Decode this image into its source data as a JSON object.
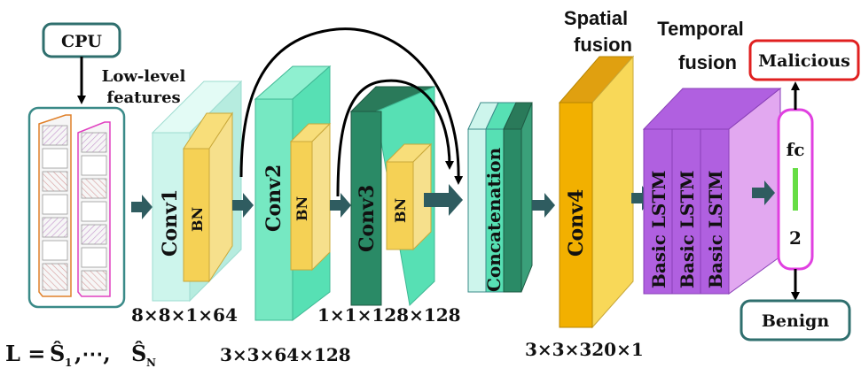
{
  "inputs": {
    "cpu": "CPU",
    "low_level_features": [
      "Low-level",
      "features"
    ]
  },
  "layers": {
    "conv1": "Conv1",
    "bn1": "BN",
    "conv2": "Conv2",
    "bn2": "BN",
    "conv3": "Conv3",
    "bn3": "BN",
    "concat": "Concatenation",
    "conv4": "Conv4",
    "lstm": [
      "Basic LSTM",
      "Basic LSTM",
      "Basic LSTM"
    ],
    "fc": "fc",
    "fc_size": "2"
  },
  "headings": {
    "spatial": [
      "Spatial",
      "fusion"
    ],
    "temporal": [
      "Temporal",
      "fusion"
    ]
  },
  "dims": {
    "d1": "8×8×1×64",
    "d2": "3×3×64×128",
    "d3": "1×1×128×128",
    "d4": "3×3×320×1"
  },
  "outputs": {
    "malicious": "Malicious",
    "benign": "Benign"
  },
  "formula": {
    "lhs": "L = ",
    "s": "Ŝ",
    "sub1": "1",
    "mid": ",⋯,",
    "subN": "N"
  },
  "colors": {
    "input_frame": "#3a8a88",
    "cpu_frame": "#2f6f6e",
    "malicious_frame": "#e02020",
    "fc_frame": "#e040e0",
    "conv1": "#cdf5ec",
    "conv2": "#57e0b4",
    "conv3": "#2a8a66",
    "bn": "#f5d155",
    "conv4": "#f2b000",
    "lstm": "#b060e0",
    "arrow": "#2f5c60"
  }
}
